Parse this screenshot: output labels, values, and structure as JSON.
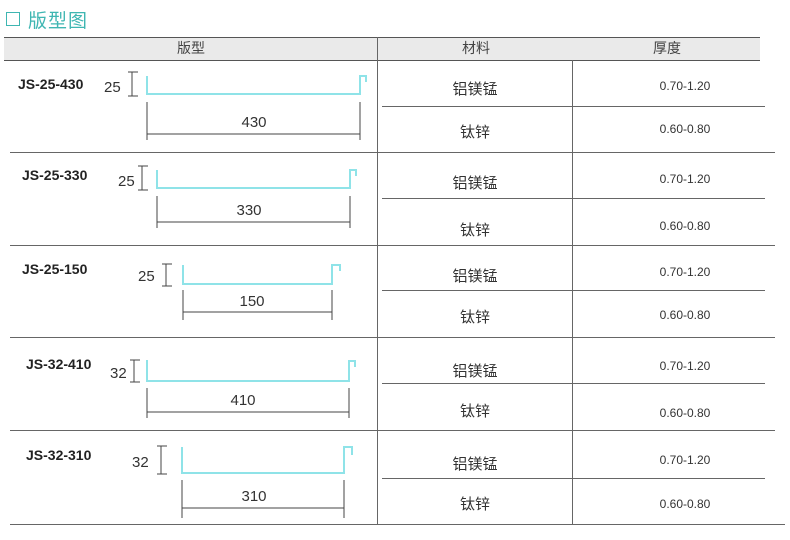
{
  "title": "版型图",
  "colors": {
    "accent": "#3fb6b2",
    "profile_line": "#8fe3e8",
    "border": "#555555",
    "header_bg": "#eaeaea"
  },
  "headers": {
    "profile": "版型",
    "material": "材料",
    "thickness": "厚度"
  },
  "rows": [
    {
      "model": "JS-25-430",
      "height_label": "25",
      "width_label": "430",
      "materials": [
        {
          "name": "铝镁锰",
          "thickness": "0.70-1.20"
        },
        {
          "name": "钛锌",
          "thickness": "0.60-0.80"
        }
      ]
    },
    {
      "model": "JS-25-330",
      "height_label": "25",
      "width_label": "330",
      "materials": [
        {
          "name": "铝镁锰",
          "thickness": "0.70-1.20"
        },
        {
          "name": "钛锌",
          "thickness": "0.60-0.80"
        }
      ]
    },
    {
      "model": "JS-25-150",
      "height_label": "25",
      "width_label": "150",
      "materials": [
        {
          "name": "铝镁锰",
          "thickness": "0.70-1.20"
        },
        {
          "name": "钛锌",
          "thickness": "0.60-0.80"
        }
      ]
    },
    {
      "model": "JS-32-410",
      "height_label": "32",
      "width_label": "410",
      "materials": [
        {
          "name": "铝镁锰",
          "thickness": "0.70-1.20"
        },
        {
          "name": "钛锌",
          "thickness": "0.60-0.80"
        }
      ]
    },
    {
      "model": "JS-32-310",
      "height_label": "32",
      "width_label": "310",
      "materials": [
        {
          "name": "铝镁锰",
          "thickness": "0.70-1.20"
        },
        {
          "name": "钛锌",
          "thickness": "0.60-0.80"
        }
      ]
    }
  ]
}
